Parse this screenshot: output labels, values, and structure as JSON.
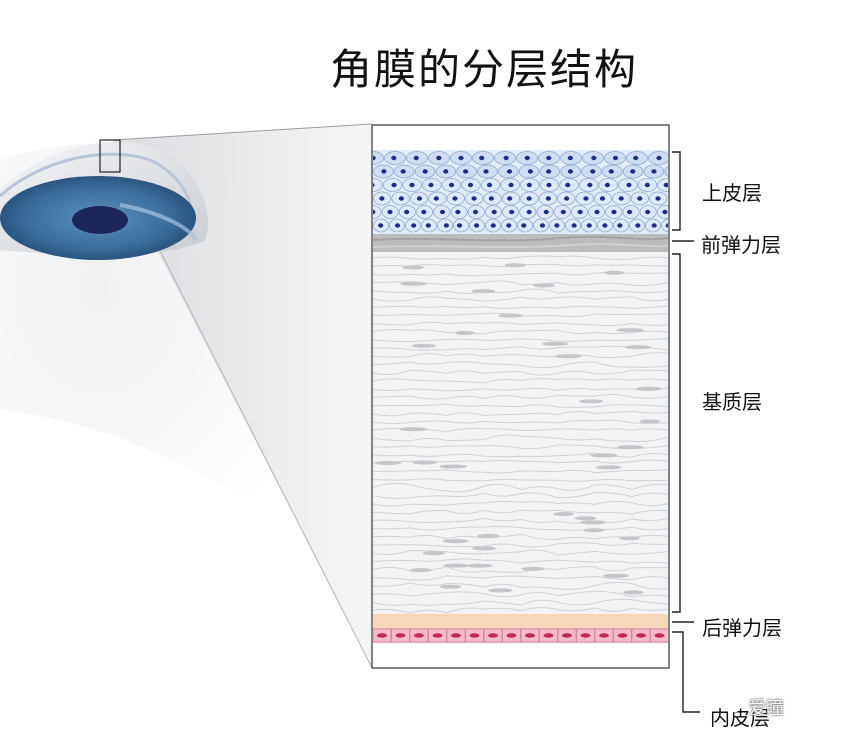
{
  "title": "角膜的分层结构",
  "layers": [
    {
      "key": "epithelium",
      "label": "上皮层"
    },
    {
      "key": "bowman",
      "label": "前弹力层"
    },
    {
      "key": "stroma",
      "label": "基质层"
    },
    {
      "key": "descemet",
      "label": "后弹力层"
    },
    {
      "key": "endothelium",
      "label": "内皮层"
    }
  ],
  "watermark": "爱瞳",
  "icons": {
    "watermark": "wechat-icon"
  },
  "colors": {
    "iris": "#3d6f9c",
    "pupil": "#1c2658",
    "epithelium": "#d7e3f5",
    "nuclei": "#1c2e8a",
    "bowman": "#bdbdbd",
    "stroma": "#f0f1f2",
    "descemet": "#f6d7b8",
    "endothelium": "#f2b8c4",
    "endothelium_nuclei": "#c2275a"
  }
}
